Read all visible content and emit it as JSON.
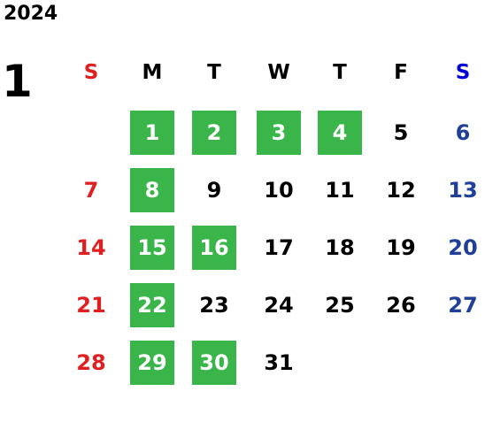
{
  "year": "2024",
  "month": "1",
  "colors": {
    "highlight": "#3ab54a",
    "sunday": "#e02020",
    "saturday": "#1f3f9a",
    "saturday_header": "#0000dd",
    "weekday": "#000000"
  },
  "weekdays": [
    "S",
    "M",
    "T",
    "W",
    "T",
    "F",
    "S"
  ],
  "weeks": [
    [
      null,
      {
        "d": "1",
        "hl": true
      },
      {
        "d": "2",
        "hl": true
      },
      {
        "d": "3",
        "hl": true
      },
      {
        "d": "4",
        "hl": true
      },
      {
        "d": "5"
      },
      {
        "d": "6"
      }
    ],
    [
      {
        "d": "7"
      },
      {
        "d": "8",
        "hl": true
      },
      {
        "d": "9"
      },
      {
        "d": "10"
      },
      {
        "d": "11"
      },
      {
        "d": "12"
      },
      {
        "d": "13"
      }
    ],
    [
      {
        "d": "14"
      },
      {
        "d": "15",
        "hl": true
      },
      {
        "d": "16",
        "hl": true
      },
      {
        "d": "17"
      },
      {
        "d": "18"
      },
      {
        "d": "19"
      },
      {
        "d": "20"
      }
    ],
    [
      {
        "d": "21"
      },
      {
        "d": "22",
        "hl": true
      },
      {
        "d": "23"
      },
      {
        "d": "24"
      },
      {
        "d": "25"
      },
      {
        "d": "26"
      },
      {
        "d": "27"
      }
    ],
    [
      {
        "d": "28"
      },
      {
        "d": "29",
        "hl": true
      },
      {
        "d": "30",
        "hl": true
      },
      {
        "d": "31"
      },
      null,
      null,
      null
    ]
  ]
}
